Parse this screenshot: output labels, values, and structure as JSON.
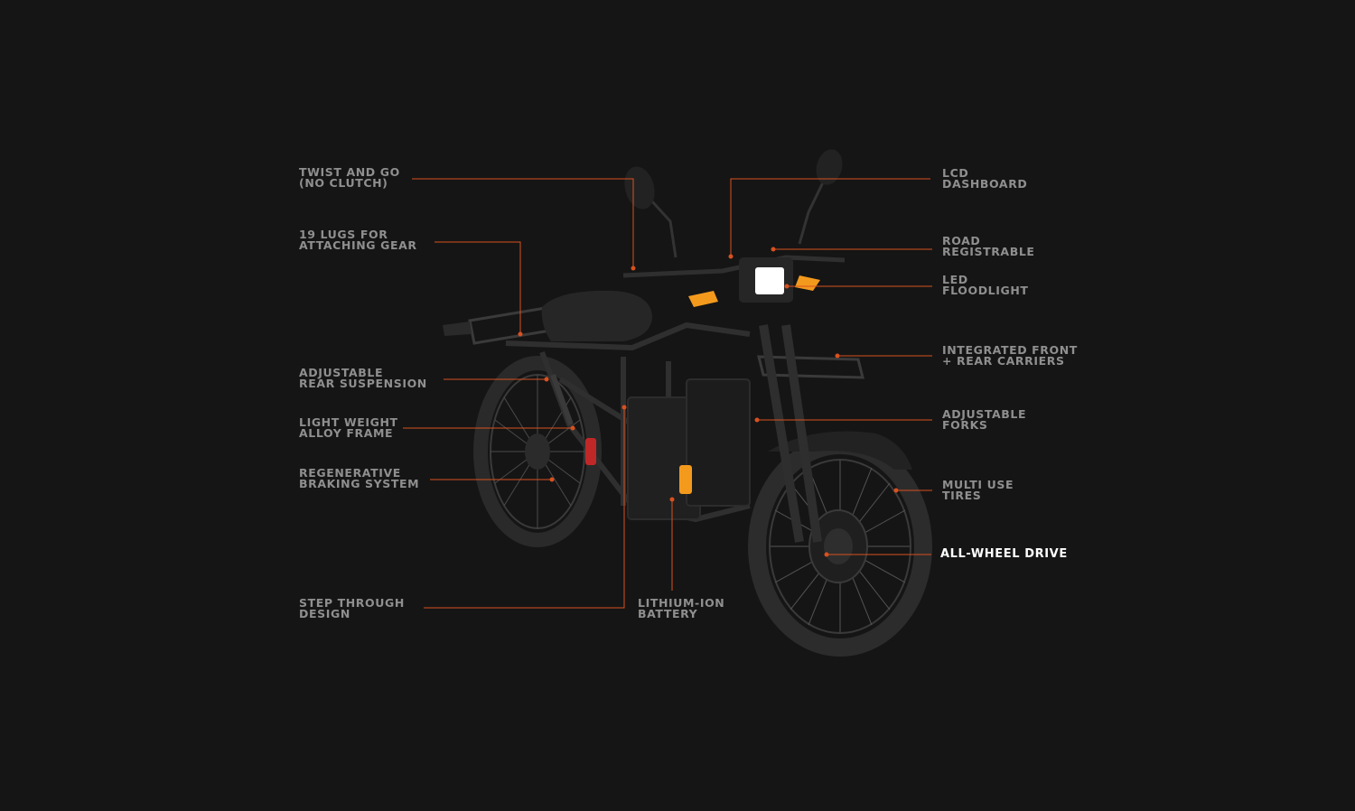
{
  "features": {
    "twist_go": {
      "lines": [
        "TWIST AND GO",
        "(NO CLUTCH)"
      ]
    },
    "lugs": {
      "lines": [
        "19 LUGS FOR",
        "ATTACHING GEAR"
      ]
    },
    "rear_suspension": {
      "lines": [
        "ADJUSTABLE",
        "REAR SUSPENSION"
      ]
    },
    "frame": {
      "lines": [
        "LIGHT WEIGHT",
        "ALLOY FRAME"
      ]
    },
    "braking": {
      "lines": [
        "REGENERATIVE",
        "BRAKING SYSTEM"
      ]
    },
    "step_through": {
      "lines": [
        "STEP THROUGH",
        "DESIGN"
      ]
    },
    "battery": {
      "lines": [
        "LITHIUM-ION",
        "BATTERY"
      ]
    },
    "dashboard": {
      "lines": [
        "LCD",
        "DASHBOARD"
      ]
    },
    "road": {
      "lines": [
        "ROAD",
        "REGISTRABLE"
      ]
    },
    "floodlight": {
      "lines": [
        "LED",
        "FLOODLIGHT"
      ]
    },
    "carriers": {
      "lines": [
        "INTEGRATED FRONT",
        "+ REAR CARRIERS"
      ]
    },
    "forks": {
      "lines": [
        "ADJUSTABLE",
        "FORKS"
      ]
    },
    "tires": {
      "lines": [
        "MULTI USE",
        "TIRES"
      ]
    },
    "awd": {
      "lines": [
        "ALL-WHEEL DRIVE"
      ]
    }
  },
  "colors": {
    "background": "#151515",
    "leader_line": "#d8511f",
    "label": "#8f8f8f",
    "active_label": "#ffffff",
    "indicator": "#f39a1d",
    "headlight": "#ffffff"
  },
  "active_feature": "ALL-WHEEL DRIVE",
  "icons": {
    "hotspot": "dot-marker",
    "product": "electric-motorbike-image"
  }
}
